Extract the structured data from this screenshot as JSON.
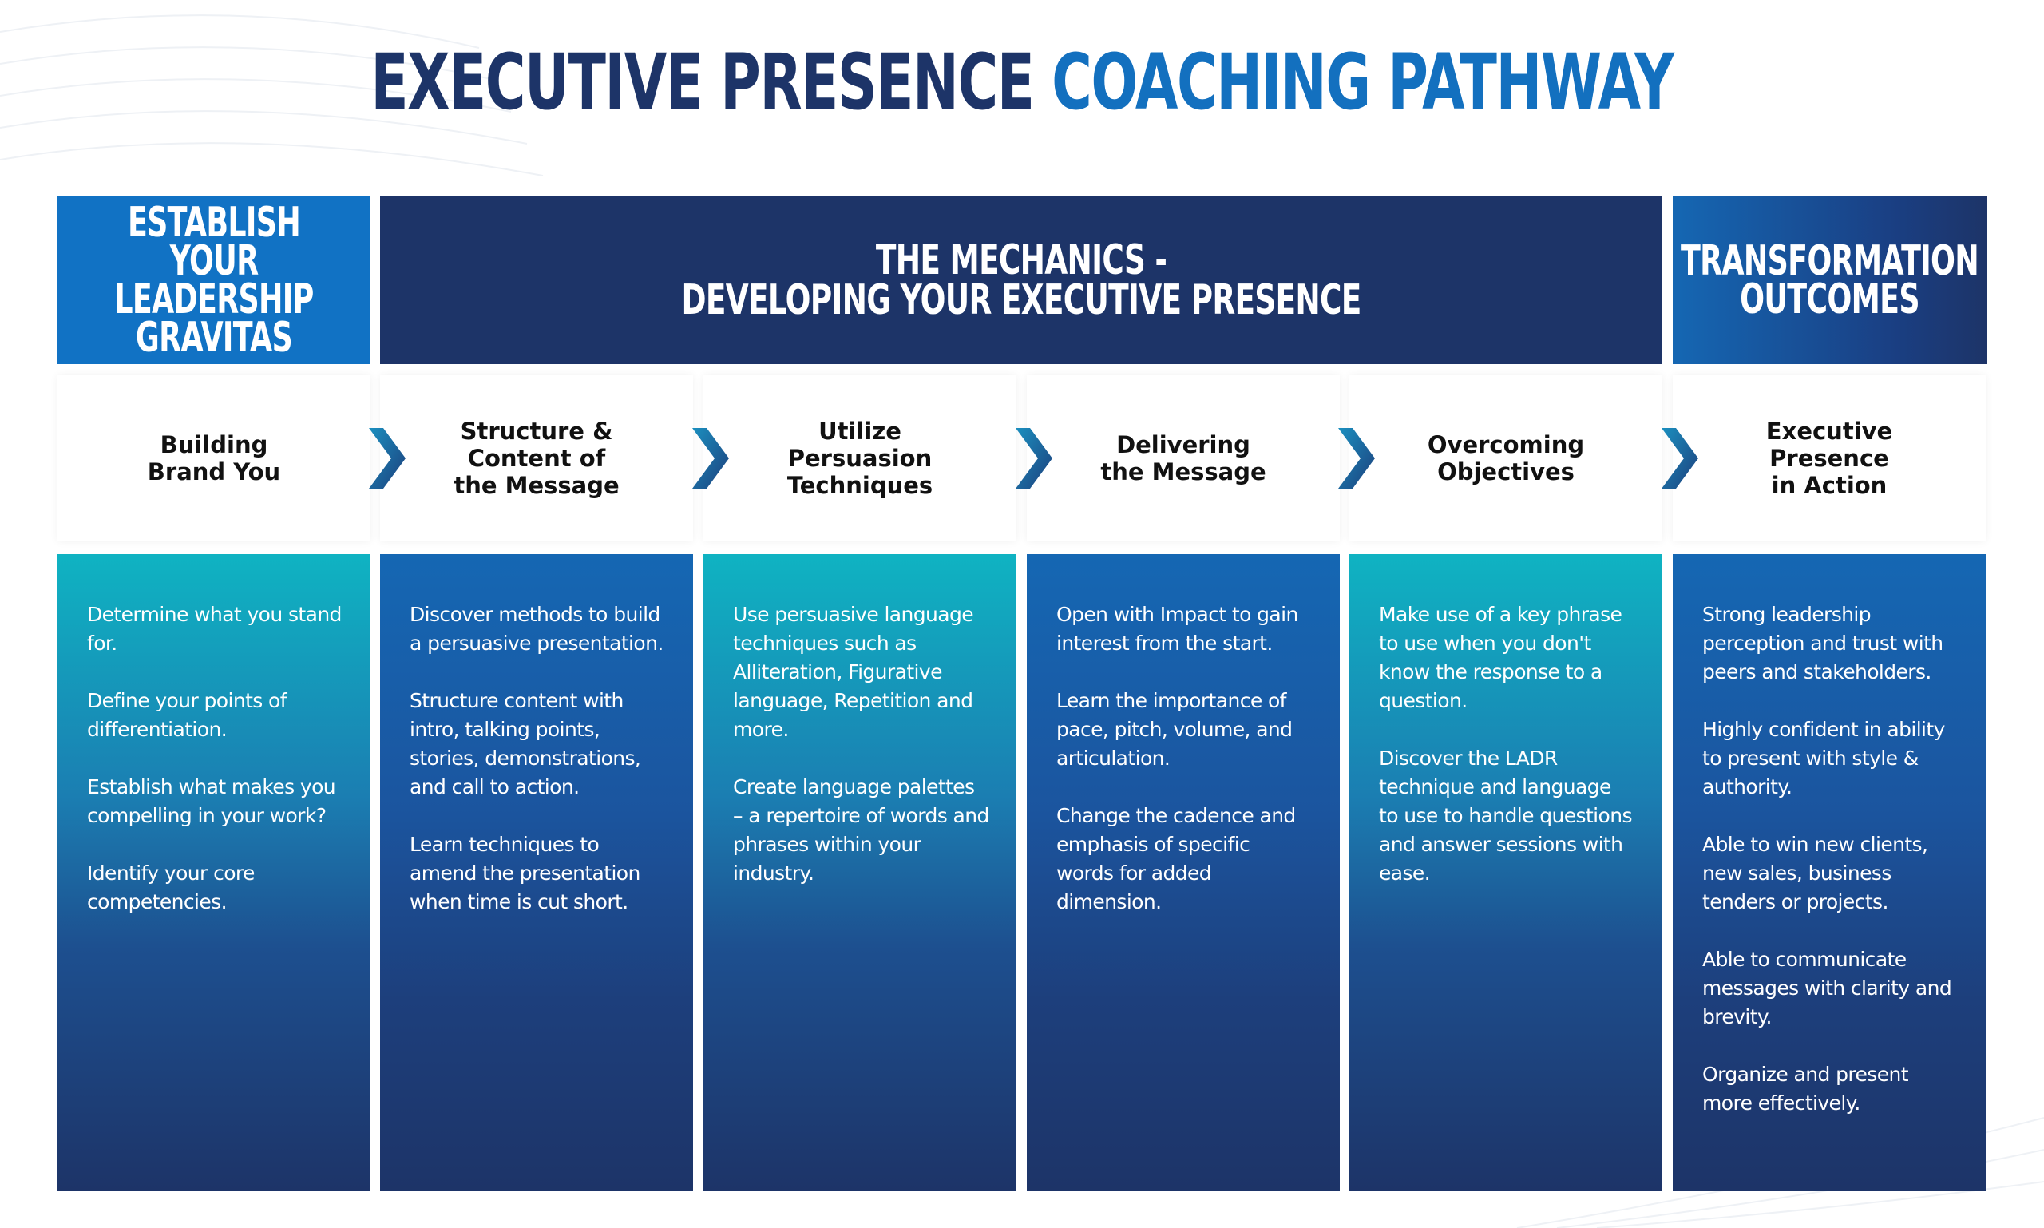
{
  "title": {
    "part1": "EXECUTIVE PRESENCE",
    "part2": "COACHING PATHWAY"
  },
  "headers": {
    "left": "ESTABLISH\nYOUR LEADERSHIP\nGRAVITAS",
    "middle": "THE MECHANICS -\nDEVELOPING YOUR EXECUTIVE PRESENCE",
    "right": "TRANSFORMATION\nOUTCOMES"
  },
  "columns": [
    {
      "step": "Building\nBrand You",
      "items": [
        "Determine what you stand for.",
        "Define your points of differentiation.",
        "Establish what makes you compelling in your work?",
        "Identify your core competencies."
      ]
    },
    {
      "step": "Structure &\nContent of\nthe Message",
      "items": [
        "Discover methods to build a persuasive presentation.",
        "Structure content with intro, talking points, stories, demonstrations, and call to action.",
        "Learn techniques to amend the presentation when time is cut short."
      ]
    },
    {
      "step": "Utilize\nPersuasion\nTechniques",
      "items": [
        "Use persuasive language techniques such as Alliteration, Figurative language, Repetition and more.",
        "Create language palettes – a repertoire of words and phrases within your industry."
      ]
    },
    {
      "step": "Delivering\nthe Message",
      "items": [
        "Open with Impact to gain interest from the start.",
        "Learn the importance of pace, pitch, volume, and articulation.",
        "Change the cadence and emphasis of specific words for added dimension."
      ]
    },
    {
      "step": "Overcoming\nObjectives",
      "items": [
        "Make use of a key phrase to use when you don't know the response to a question.",
        "Discover the LADR technique and language to use to handle questions and answer sessions with ease."
      ]
    },
    {
      "step": "Executive\nPresence\nin Action",
      "items": [
        "Strong leadership perception and trust with peers and stakeholders.",
        "Highly confident in ability to present with style & authority.",
        "Able to win new clients, new sales, business tenders or projects.",
        "Able to communicate messages with clarity and brevity.",
        "Organize and present more effectively."
      ]
    }
  ],
  "colors": {
    "navy": "#1d3468",
    "blue": "#1370bf",
    "teal": "#0fb3c2",
    "arrow": "#1f5c9c"
  },
  "icons": {
    "step_connector": "chevron-right-icon"
  }
}
